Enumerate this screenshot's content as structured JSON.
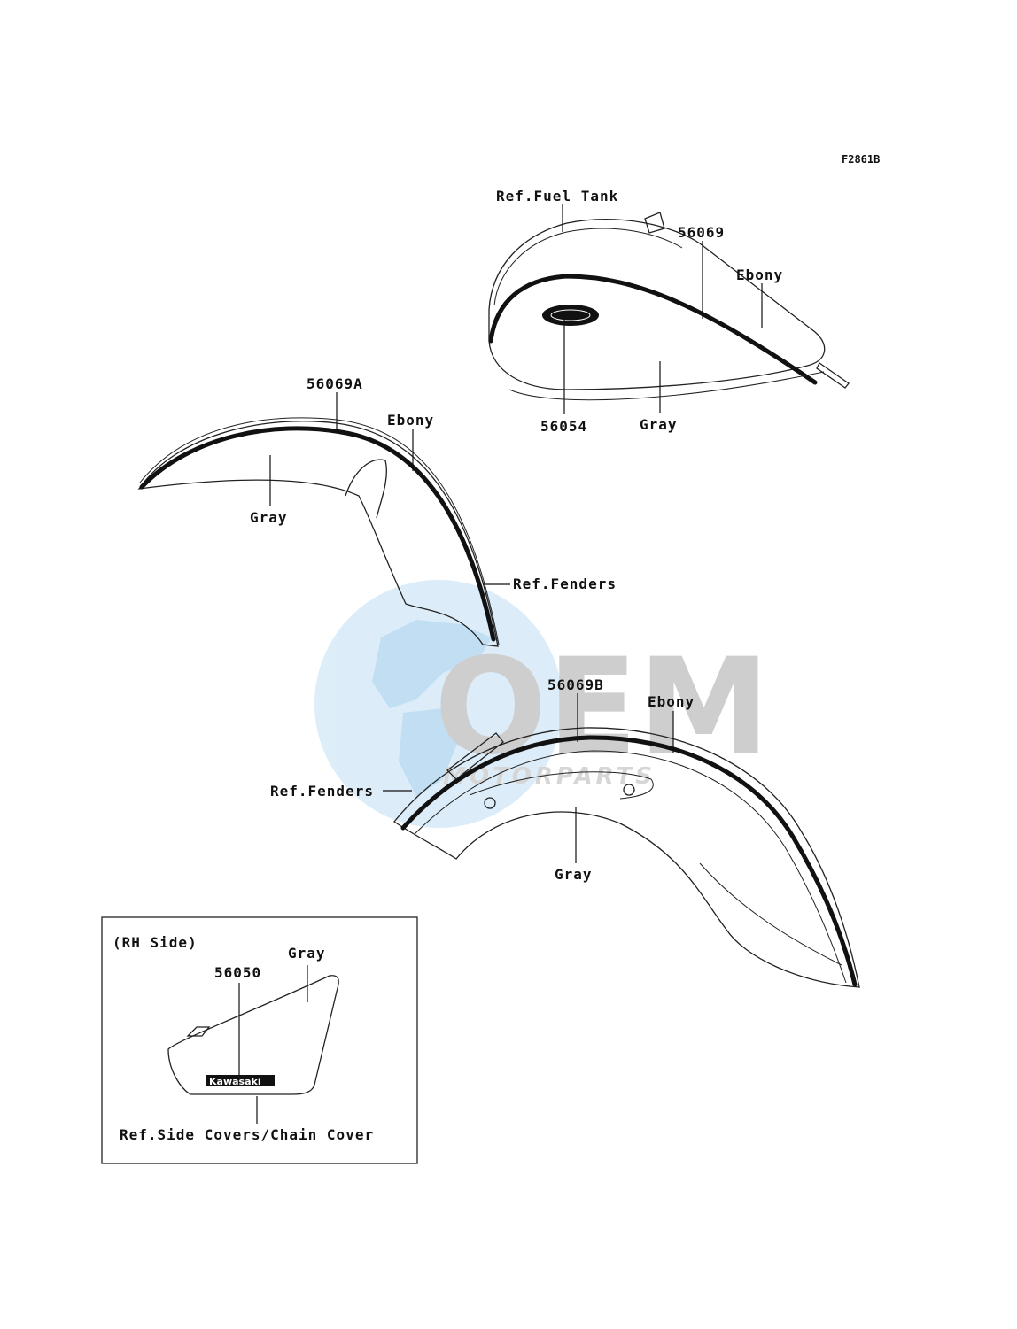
{
  "diagram_code": "F2861B",
  "watermark": {
    "brand": "OEM",
    "sub": "MOTORPARTS"
  },
  "labels": {
    "fuel_tank_ref": "Ref.Fuel Tank",
    "tank_part": "56069",
    "tank_ebony": "Ebony",
    "tank_emblem_part": "56054",
    "tank_gray": "Gray",
    "front_fender_part": "56069A",
    "front_fender_ebony": "Ebony",
    "front_fender_gray": "Gray",
    "front_fender_ref": "Ref.Fenders",
    "rear_fender_part": "56069B",
    "rear_fender_ebony": "Ebony",
    "rear_fender_ref": "Ref.Fenders",
    "rear_fender_gray": "Gray"
  },
  "inset": {
    "title": "(RH Side)",
    "gray": "Gray",
    "part": "56050",
    "logo": "Kawasaki",
    "ref": "Ref.Side Covers/Chain Cover"
  },
  "colors": {
    "watermark_blue": "#cfe6f7",
    "watermark_gray": "#c4c4c4"
  }
}
